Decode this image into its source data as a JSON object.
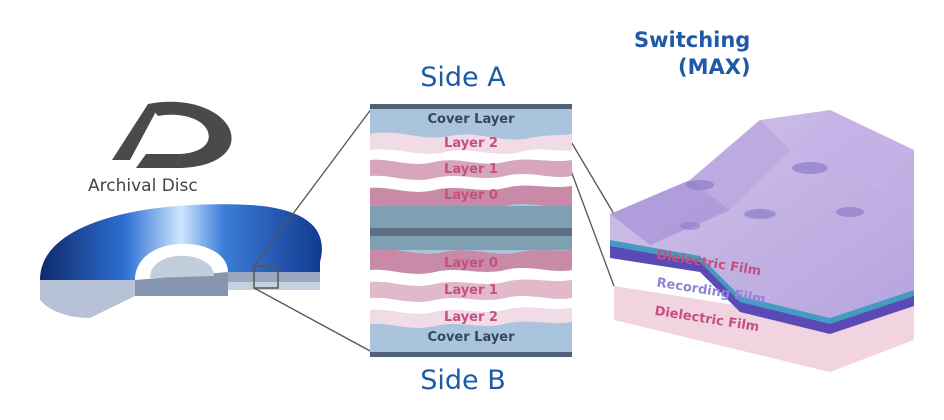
{
  "logo": {
    "name": "Archival Disc"
  },
  "side_a": {
    "title": "Side A",
    "layers": [
      "Cover Layer",
      "Layer 2",
      "Layer 1",
      "Layer 0"
    ]
  },
  "side_b": {
    "title": "Side B",
    "layers": [
      "Layer 0",
      "Layer 1",
      "Layer 2",
      "Cover Layer"
    ]
  },
  "switching": {
    "line1": "Switching",
    "line2": "(MAX)"
  },
  "films": {
    "top": "Dielectric Film",
    "middle": "Recording Film",
    "bottom": "Dielectric Film"
  },
  "colors": {
    "accent_blue": "#1f5aa8",
    "layer_pink": "#d7a6bd",
    "cover_blue": "#a9c4dc",
    "film_purple": "#6d60c4",
    "film_pink": "#e7b8cc"
  }
}
